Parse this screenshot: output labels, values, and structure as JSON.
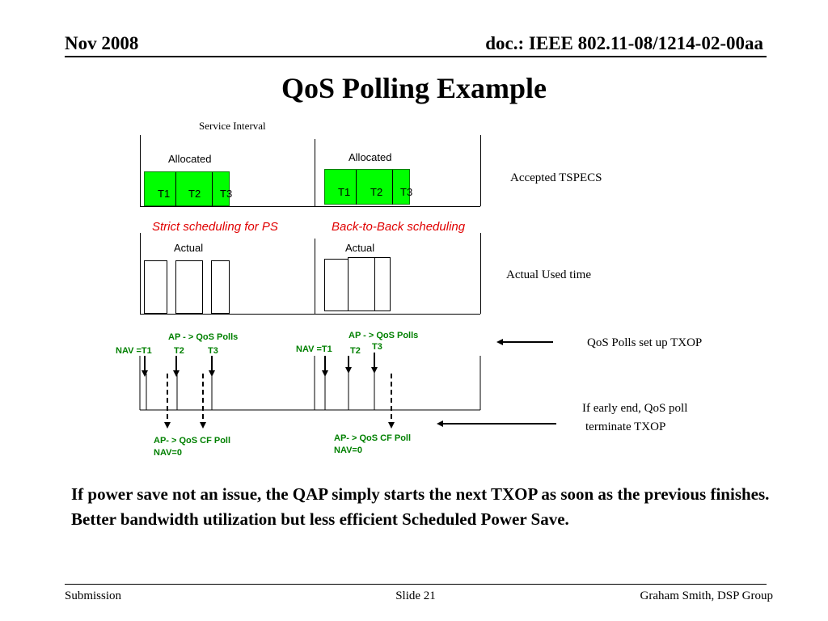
{
  "header": {
    "date": "Nov 2008",
    "doc": "doc.: IEEE 802.11-08/1214-02-00aa"
  },
  "title": "QoS Polling Example",
  "diagram": {
    "service_interval": "Service Interval",
    "allocated_left": "Allocated",
    "allocated_right": "Allocated",
    "slots": [
      "T1",
      "T2",
      "T3"
    ],
    "accepted_tspecs": "Accepted TSPECS",
    "strict_scheduling": "Strict scheduling for PS",
    "back_to_back": "Back-to-Back scheduling",
    "actual_left": "Actual",
    "actual_right": "Actual",
    "actual_used_time": "Actual  Used time",
    "poll_label": "AP - >  QoS Polls",
    "nav_t1": "NAV  =T1",
    "t2": "T2",
    "t3": "T3",
    "qos_polls_note": "QoS Polls set up TXOP",
    "early_end_note_1": "If early end, QoS poll",
    "early_end_note_2": "terminate TXOP",
    "cf_poll": "AP- >  QoS CF  Poll",
    "nav_zero": "NAV=0"
  },
  "body_text": "If power save not an issue, the QAP simply starts the next TXOP as soon as the previous finishes.  Better bandwidth utilization but less efficient Scheduled Power Save.",
  "footer": {
    "left": "Submission",
    "center": "Slide 21",
    "right": "Graham Smith, DSP Group"
  },
  "colors": {
    "slot_fill": "#00ff00",
    "annotation_green": "#008000",
    "scheduling_red": "#e00000"
  }
}
